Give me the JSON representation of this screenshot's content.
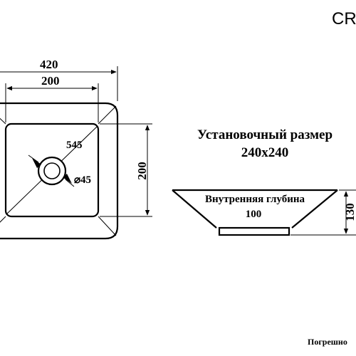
{
  "model_code": "CR",
  "dimensions": {
    "outer_width": "420",
    "bowl_width": "200",
    "bowl_height": "200",
    "diagonal": "545",
    "drain_diameter": "⌀45",
    "total_height": "130"
  },
  "mount_size": {
    "label": "Установочный размер",
    "value": "240х240"
  },
  "inner_depth": {
    "label": "Внутренняя глубина",
    "value": "100"
  },
  "footnote": "Погрешно"
}
